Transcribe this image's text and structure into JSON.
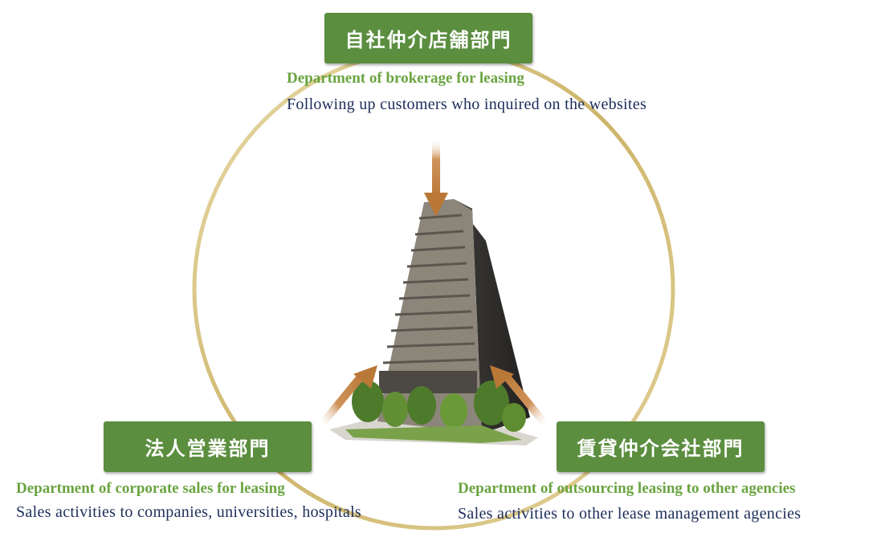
{
  "top": {
    "badge_jp": "自社仲介店舗部門",
    "dept_en": "Department of brokerage for leasing",
    "desc_en": "Following up customers who inquired on the websites"
  },
  "bottom_left": {
    "badge_jp": "法人営業部門",
    "dept_en": "Department of corporate sales for leasing",
    "desc_en": "Sales activities to companies, universities, hospitals"
  },
  "bottom_right": {
    "badge_jp": "賃貸仲介会社部門",
    "dept_en": "Department of outsourcing leasing to other agencies",
    "desc_en": "Sales activities to other lease management agencies"
  },
  "colors": {
    "badge_bg": "#5b8e3f",
    "dept_text": "#6aa440",
    "desc_text": "#1c2d5a",
    "arrow": "#c98a4c",
    "ring": "#d8c27a"
  }
}
